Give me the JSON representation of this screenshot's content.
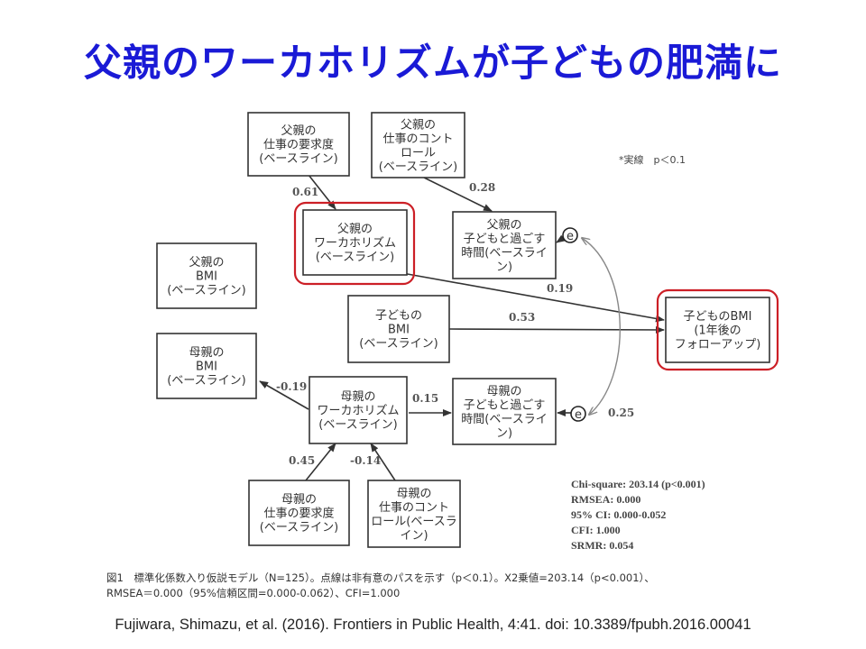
{
  "slide": {
    "title": "父親のワーカホリズムが子どもの肥満に",
    "note": "*実線　p＜0.1",
    "caption_lines": [
      "図1　標準化係数入り仮説モデル（N=125）。点線は非有意のパスを示す（p＜0.1）。X2乗値=203.14（p<0.001）、",
      "RMSEA＝0.000（95%信頼区間=0.000-0.062）、CFI=1.000"
    ],
    "citation": "Fujiwara, Shimazu, et al. (2016). Frontiers in Public Health, 4:41. doi: 10.3389/fpubh.2016.00041"
  },
  "nodes": {
    "father_demand": {
      "lines": [
        "父親の",
        "仕事の要求度",
        "(ベースライン)"
      ]
    },
    "father_control": {
      "lines": [
        "父親の",
        "仕事のコント",
        "ロール",
        "(ベースライン)"
      ]
    },
    "father_workaholism": {
      "lines": [
        "父親の",
        "ワーカホリズム",
        "(ベースライン)"
      ],
      "highlighted": true
    },
    "father_time": {
      "lines": [
        "父親の",
        "子どもと過ごす",
        "時間(ベースライ",
        "ン)"
      ]
    },
    "father_bmi": {
      "lines": [
        "父親の",
        "BMI",
        "(ベースライン)"
      ]
    },
    "child_bmi_base": {
      "lines": [
        "子どもの",
        "BMI",
        "(ベースライン)"
      ]
    },
    "child_bmi_follow": {
      "lines": [
        "子どものBMI",
        "(1年後の",
        "フォローアップ)"
      ],
      "highlighted": true
    },
    "mother_bmi": {
      "lines": [
        "母親の",
        "BMI",
        "(ベースライン)"
      ]
    },
    "mother_workaholism": {
      "lines": [
        "母親の",
        "ワーカホリズム",
        "(ベースライン)"
      ]
    },
    "mother_time": {
      "lines": [
        "母親の",
        "子どもと過ごす",
        "時間(ベースライ",
        "ン)"
      ]
    },
    "mother_demand": {
      "lines": [
        "母親の",
        "仕事の要求度",
        "(ベースライン)"
      ]
    },
    "mother_control": {
      "lines": [
        "母親の",
        "仕事のコント",
        "ロール(ベースラ",
        "イン)"
      ]
    }
  },
  "paths": [
    {
      "from": "father_demand",
      "to": "father_workaholism",
      "coef": "0.61"
    },
    {
      "from": "father_control",
      "to": "father_time",
      "coef": "0.28"
    },
    {
      "from": "father_workaholism",
      "to": "child_bmi_follow",
      "coef": "0.19"
    },
    {
      "from": "child_bmi_base",
      "to": "child_bmi_follow",
      "coef": "0.53"
    },
    {
      "from": "mother_workaholism",
      "to": "mother_bmi",
      "coef": "-0.19"
    },
    {
      "from": "mother_workaholism",
      "to": "mother_time",
      "coef": "0.15"
    },
    {
      "from": "mother_demand",
      "to": "mother_workaholism",
      "coef": "0.45"
    },
    {
      "from": "mother_control",
      "to": "mother_workaholism",
      "coef": "-0.14"
    }
  ],
  "errors": {
    "label": "e",
    "covariance": "0.25"
  },
  "fit": [
    "Chi-square: 203.14 (p<0.001)",
    "RMSEA: 0.000",
    "95% CI: 0.000-0.052",
    "CFI: 1.000",
    "SRMR: 0.054"
  ],
  "colors": {
    "title": "#1a1ad6",
    "highlight": "#cc1f26",
    "box_stroke": "#333333"
  }
}
